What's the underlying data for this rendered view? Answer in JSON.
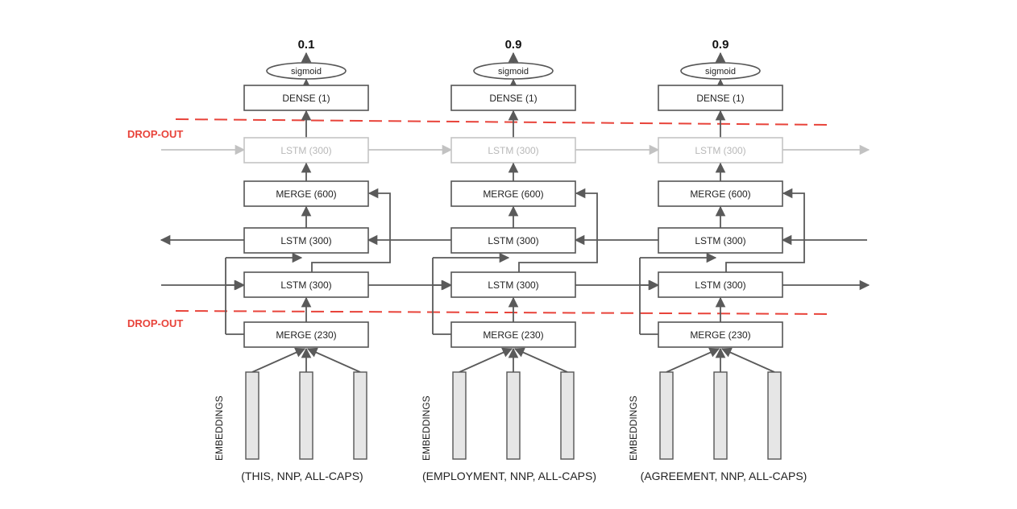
{
  "dropout_label": "DROP-OUT",
  "embeddings_label": "EMBEDDINGS",
  "sigmoid_label": "sigmoid",
  "layers": {
    "dense": "DENSE (1)",
    "lstm_top": "LSTM (300)",
    "merge_top": "MERGE (600)",
    "lstm_backward": "LSTM (300)",
    "lstm_forward": "LSTM (300)",
    "merge_bottom": "MERGE (230)"
  },
  "columns": [
    {
      "output": "0.1",
      "tokens": "(THIS, NNP, ALL-CAPS)"
    },
    {
      "output": "0.9",
      "tokens": "(EMPLOYMENT, NNP, ALL-CAPS)"
    },
    {
      "output": "0.9",
      "tokens": "(AGREEMENT, NNP, ALL-CAPS)"
    }
  ],
  "colors": {
    "dropout": "#e8433a",
    "faded": "#c2c2c2",
    "edge": "#5a5a5a",
    "embedding_fill": "#e6e6e6"
  }
}
